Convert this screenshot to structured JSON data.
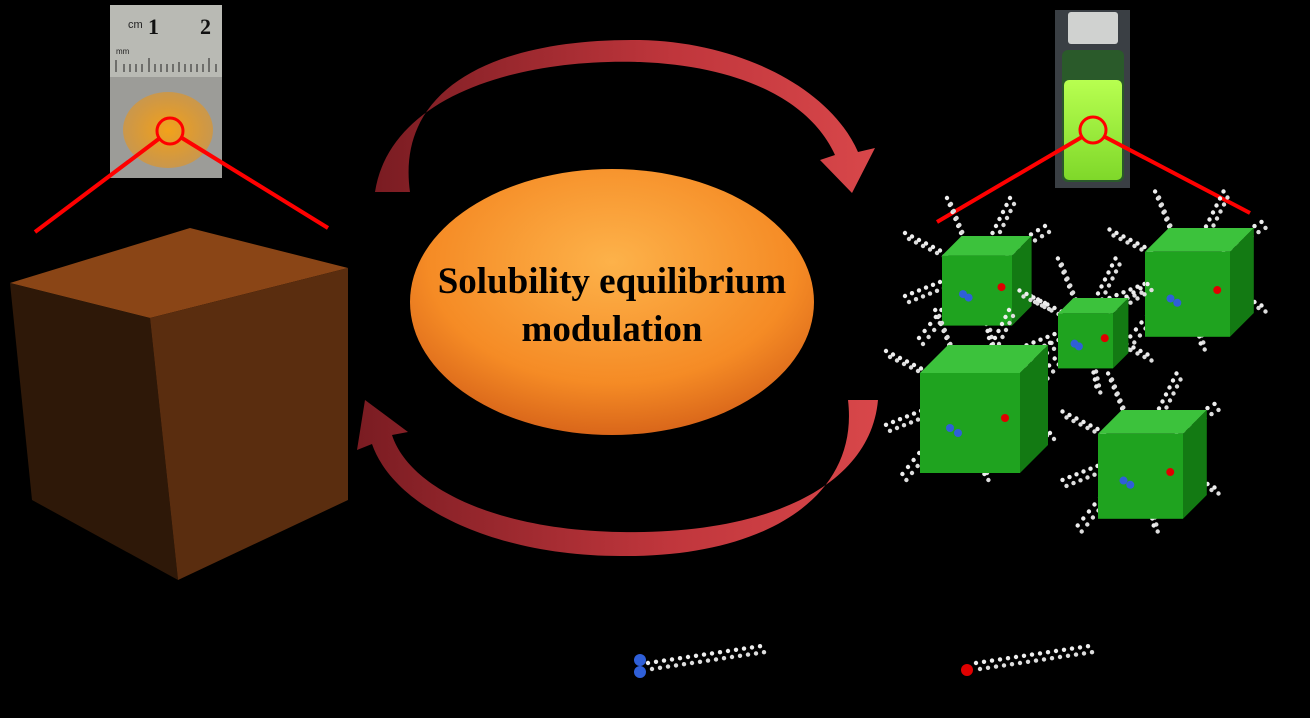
{
  "center_label": {
    "line1": "Solubility equilibrium",
    "line2": "modulation"
  },
  "ruler": {
    "unit_cm": "cm",
    "unit_mm": "mm",
    "mark1": "1",
    "mark2": "2"
  },
  "colors": {
    "background": "#000000",
    "bulk_cube": "#7a3d14",
    "nano_cube": "#1fa31f",
    "ellipse": "#f7962f",
    "arrow": "#b8353b",
    "callout_line": "#ff0000",
    "amine_atom": "#2f5fd8",
    "hydroxyl_atom": "#e00000"
  }
}
